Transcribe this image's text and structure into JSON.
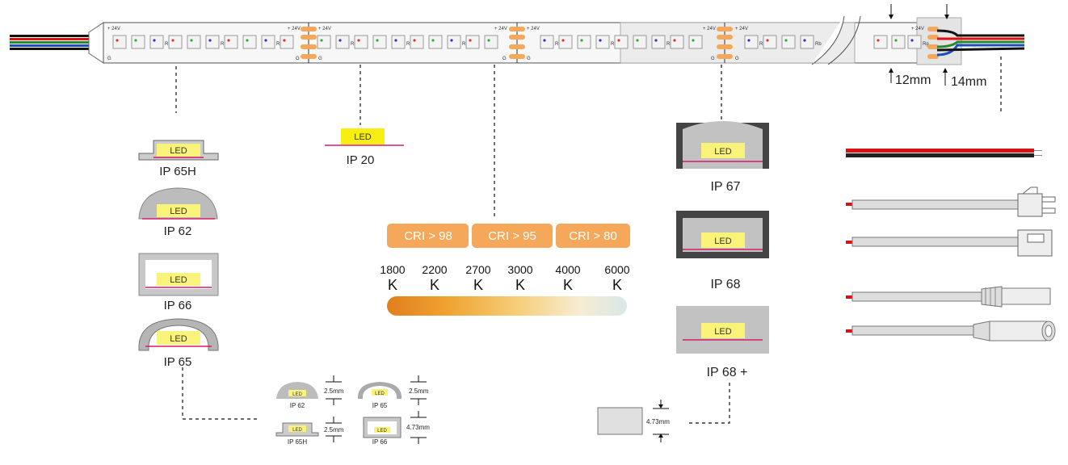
{
  "strip": {
    "voltage_label": "+ 24V",
    "g_label": "G",
    "r_label": "R",
    "rb_label": "Rb",
    "rg_label": "Rg",
    "dim_12": "12mm",
    "dim_14": "14mm"
  },
  "led_text": "LED",
  "ip_labels": {
    "ip65h": "IP 65H",
    "ip20": "IP 20",
    "ip62": "IP 62",
    "ip66": "IP 66",
    "ip65": "IP 65",
    "ip67": "IP 67",
    "ip68": "IP 68",
    "ip68plus": "IP 68 +"
  },
  "cri": [
    "CRI > 98",
    "CRI > 95",
    "CRI > 80"
  ],
  "cct": {
    "values": [
      "1800",
      "2200",
      "2700",
      "3000",
      "4000",
      "6000"
    ],
    "unit": "K"
  },
  "profiles_small": {
    "ip62": "IP 62",
    "ip65": "IP 65",
    "ip65h": "IP 65H",
    "ip66": "IP 66",
    "d_25a": "2.5mm",
    "d_25b": "2.5mm",
    "d_25c": "2.5mm",
    "d_473": "4.73mm"
  },
  "ip68plus_dim": "4.73mm",
  "colors": {
    "orange": "#f5a85a",
    "led_yellow": "#faf37a",
    "ip20_yellow": "#f7ee14",
    "grey": "#c8c8c8",
    "dark": "#4a4a4a",
    "magenta": "#d81b6b"
  },
  "icons": [
    "strip-icon",
    "wire-pair-icon",
    "connector-icon",
    "dc-plug-icon",
    "dc-socket-icon"
  ]
}
